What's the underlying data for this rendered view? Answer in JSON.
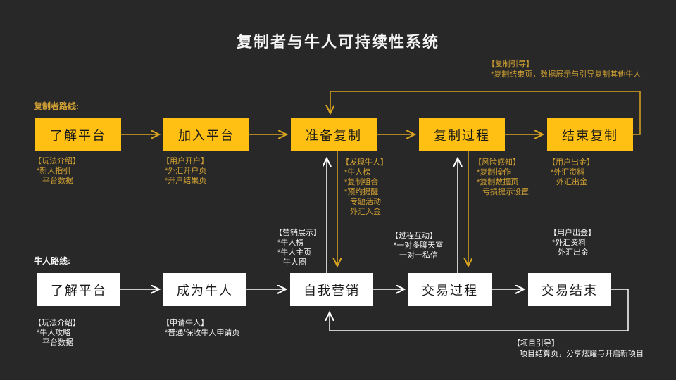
{
  "title": "复制者与牛人可持续性系统",
  "colors": {
    "background": "#282828",
    "copier_box": "#ffc013",
    "copier_line": "#d9a41f",
    "copier_text": "#cfa033",
    "expert_box": "#ffffff",
    "expert_line": "#ffffff",
    "box_label_text": "#1a1a1a"
  },
  "copier_route": {
    "label": "复制者路线:",
    "boxes": [
      "了解平台",
      "加入平台",
      "准备复制",
      "复制过程",
      "结束复制"
    ],
    "notes": [
      {
        "lines": [
          "【玩法介绍】",
          "*新人指引",
          "平台数据"
        ]
      },
      {
        "lines": [
          "【用户开户】",
          "*外汇开户页",
          "*开户结果页"
        ]
      },
      {
        "lines": [
          "【发现牛人】",
          "*牛人榜",
          "*复制组合",
          "*预约提醒",
          "专题活动",
          "外汇入金"
        ]
      },
      {
        "lines": [
          "【风险感知】",
          "*复制操作",
          "*复制数据页",
          "亏损提示设置"
        ]
      },
      {
        "lines": [
          "【用户出金】",
          "*外汇资料",
          "外汇出金"
        ]
      }
    ],
    "loop_note": {
      "lines": [
        "【复制引导】",
        "*复制结束页，数据展示与引导复制其他牛人"
      ]
    }
  },
  "expert_route": {
    "label": "牛人路线:",
    "boxes": [
      "了解平台",
      "成为牛人",
      "自我营销",
      "交易过程",
      "交易结束"
    ],
    "mid_notes": [
      {
        "lines": [
          "【营销展示】",
          "*牛人榜",
          "*牛人主页",
          "牛人圈"
        ]
      },
      {
        "lines": [
          "【过程互动】",
          "*一对多聊天室",
          "一对一私信"
        ]
      },
      {
        "lines": [
          "【用户出金】",
          "*外汇资料",
          "外汇出金"
        ]
      }
    ],
    "notes": [
      {
        "lines": [
          "【玩法介绍】",
          "*牛人攻略",
          "平台数据"
        ]
      },
      {
        "lines": [
          "【申请牛人】",
          "*普通/保收牛人申请页"
        ]
      }
    ],
    "loop_note": {
      "lines": [
        "【项目引导】",
        "项目结算页，分享炫耀与开启新项目"
      ]
    }
  }
}
